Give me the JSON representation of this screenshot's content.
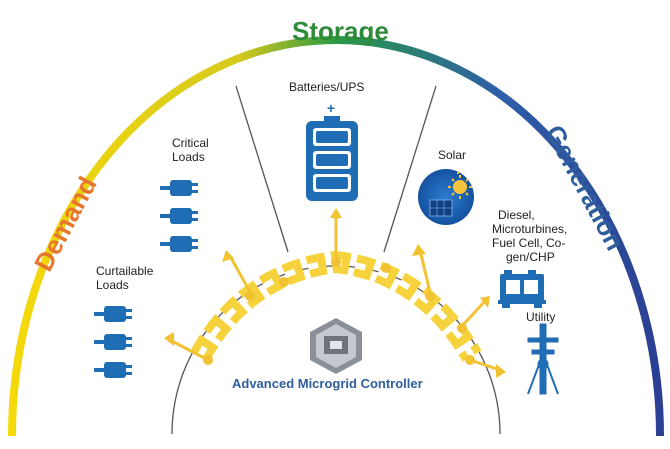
{
  "titles": {
    "storage": "Storage",
    "demand": "Demand",
    "generation": "Generation"
  },
  "labels": {
    "batteries": "Batteries/UPS",
    "critical_line1": "Critical",
    "critical_line2": "Loads",
    "curtailable_line1": "Curtailable",
    "curtailable_line2": "Loads",
    "solar": "Solar",
    "diesel_line1": "Diesel,",
    "diesel_line2": "Microturbines,",
    "diesel_line3": "Fuel Cell, Co-",
    "diesel_line4": "gen/CHP",
    "utility": "Utility",
    "controller": "Advanced Microgrid Controller"
  },
  "colors": {
    "storage": "#2e8b3a",
    "demand": "#e8772e",
    "generation": "#2f5e9e",
    "icon_blue": "#1f6db5",
    "bolt_yellow": "#f6d33c",
    "dot_yellow": "#f1c232"
  },
  "icons": {
    "plug": "plug-icon",
    "battery": "battery-icon",
    "solar": "solar-panel-icon",
    "generator": "generator-icon",
    "utility": "utility-pole-icon",
    "controller_logo": "controller-logo-icon"
  }
}
